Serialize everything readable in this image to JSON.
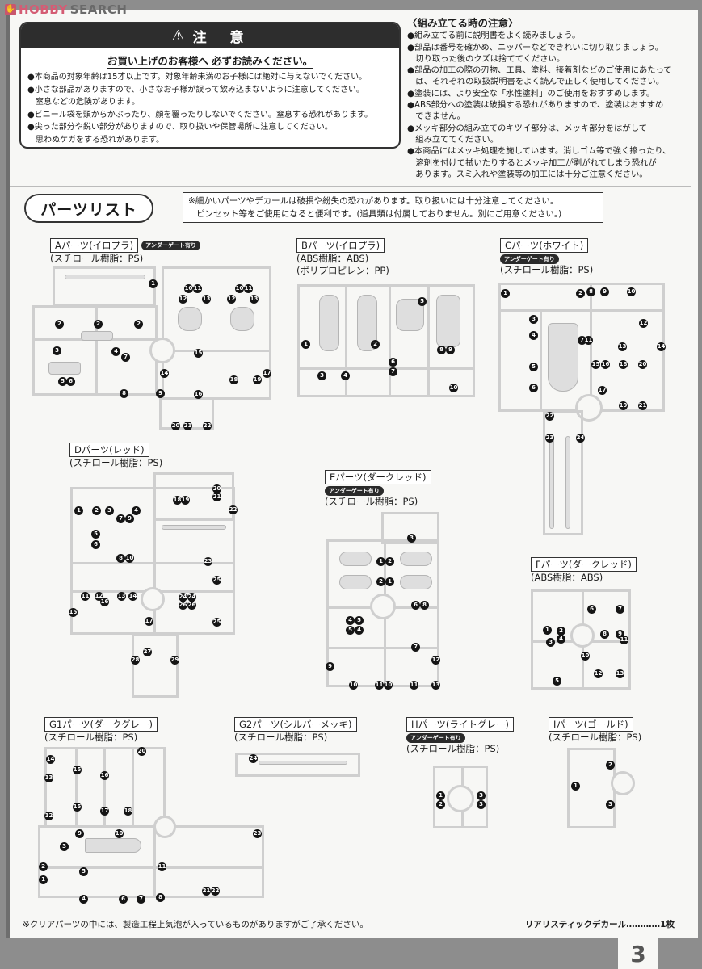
{
  "watermark": {
    "part1": "HOBBY",
    "part2": "SEARCH"
  },
  "caution": {
    "title": "注　意",
    "icon": "warning-triangle-icon",
    "subtitle": "お買い上げのお客様へ 必ずお読みください。",
    "items": [
      "本商品の対象年齢は15才以上です。対象年齢未満のお子様には絶対に与えないでください。",
      "小さな部品がありますので、小さなお子様が誤って飲み込まないように注意してください。",
      "窒息などの危険があります。",
      "ビニール袋を頭からかぶったり、顔を覆ったりしないでください。窒息する恐れがあります。",
      "尖った部分や鋭い部分がありますので、取り扱いや保管場所に注意してください。",
      "思わぬケガをする恐れがあります。"
    ]
  },
  "assembly_notes": {
    "title": "〈組み立てる時の注意〉",
    "items": [
      "●組み立てる前に説明書をよく読みましょう。",
      "●部品は番号を確かめ、ニッパーなどできれいに切り取りましょう。",
      "　切り取った後のクズは捨ててください。",
      "●部品の加工の際の刃物、工具、塗料、接着剤などのご使用にあたって",
      "　は、それぞれの取扱説明書をよく読んで正しく使用してください。",
      "●塗装には、より安全な「水性塗料」のご使用をおすすめします。",
      "●ABS部分への塗装は破損する恐れがありますので、塗装はおすすめ",
      "　できません。",
      "●メッキ部分の組み立てのキツイ部分は、メッキ部分をはがして",
      "　組み立ててください。",
      "●本商品にはメッキ処理を施しています。消しゴム等で強く擦ったり、",
      "　溶剤を付けて拭いたりするとメッキ加工が剥がれてしまう恐れが",
      "　あります。スミ入れや塗装等の加工には十分ご注意ください。"
    ]
  },
  "parts_list": {
    "title": "パーツリスト",
    "note_line1": "※細かいパーツやデカールは破損や紛失の恐れがあります。取り扱いには十分注意してください。",
    "note_line2": "ピンセット等をご使用になると便利です。(道具類は付属しておりません。別にご用意ください。)",
    "under_gate_badge": "アンダーゲート有り",
    "runners": [
      {
        "label": "Aパーツ(イロプラ)",
        "material": "(スチロール樹脂：PS)",
        "under_gate": true,
        "parts": [
          1,
          2,
          2,
          2,
          3,
          4,
          5,
          6,
          7,
          8,
          9,
          10,
          11,
          10,
          11,
          12,
          13,
          12,
          13,
          14,
          15,
          16,
          17,
          18,
          19,
          20,
          21,
          22
        ]
      },
      {
        "label": "Bパーツ(イロプラ)",
        "material": "(ABS樹脂：ABS)",
        "material2": "(ポリプロピレン：PP)",
        "under_gate": false,
        "parts": [
          1,
          2,
          3,
          4,
          5,
          6,
          7,
          8,
          9,
          10
        ]
      },
      {
        "label": "Cパーツ(ホワイト)",
        "material": "(スチロール樹脂：PS)",
        "under_gate": true,
        "parts": [
          1,
          2,
          3,
          4,
          5,
          6,
          7,
          8,
          9,
          10,
          11,
          12,
          13,
          14,
          15,
          16,
          17,
          18,
          19,
          20,
          21,
          22,
          23,
          24
        ]
      },
      {
        "label": "Dパーツ(レッド)",
        "material": "(スチロール樹脂：PS)",
        "under_gate": false,
        "parts": [
          1,
          2,
          3,
          4,
          5,
          6,
          7,
          8,
          9,
          10,
          11,
          12,
          13,
          14,
          15,
          16,
          17,
          18,
          19,
          20,
          21,
          22,
          23,
          24,
          25,
          26,
          27,
          28,
          29
        ]
      },
      {
        "label": "Eパーツ(ダークレッド)",
        "material": "(スチロール樹脂：PS)",
        "under_gate": true,
        "parts": [
          1,
          2,
          3,
          4,
          5,
          6,
          7,
          8,
          9,
          10,
          11,
          12,
          13
        ]
      },
      {
        "label": "Fパーツ(ダークレッド)",
        "material": "(ABS樹脂：ABS)",
        "under_gate": false,
        "parts": [
          1,
          2,
          3,
          4,
          5,
          6,
          7,
          8,
          9,
          10,
          11,
          12,
          13
        ]
      },
      {
        "label": "G1パーツ(ダークグレー)",
        "material": "(スチロール樹脂：PS)",
        "under_gate": false,
        "parts": [
          1,
          2,
          3,
          4,
          5,
          6,
          7,
          8,
          9,
          10,
          11,
          12,
          13,
          14,
          15,
          16,
          17,
          18,
          19,
          20,
          21,
          22,
          23
        ]
      },
      {
        "label": "G2パーツ(シルバーメッキ)",
        "material": "(スチロール樹脂：PS)",
        "under_gate": false,
        "parts": [
          24
        ]
      },
      {
        "label": "Hパーツ(ライトグレー)",
        "material": "(スチロール樹脂：PS)",
        "under_gate": true,
        "parts": [
          1,
          2,
          3,
          3
        ]
      },
      {
        "label": "Iパーツ(ゴールド)",
        "material": "(スチロール樹脂：PS)",
        "under_gate": false,
        "parts": [
          1,
          2,
          3
        ]
      }
    ]
  },
  "footer": {
    "clear_parts_note": "※クリアパーツの中には、製造工程上気泡が入っているものがありますがご了承ください。",
    "decal": "リアリスティックデカール…………1枚",
    "page_number": "3"
  }
}
